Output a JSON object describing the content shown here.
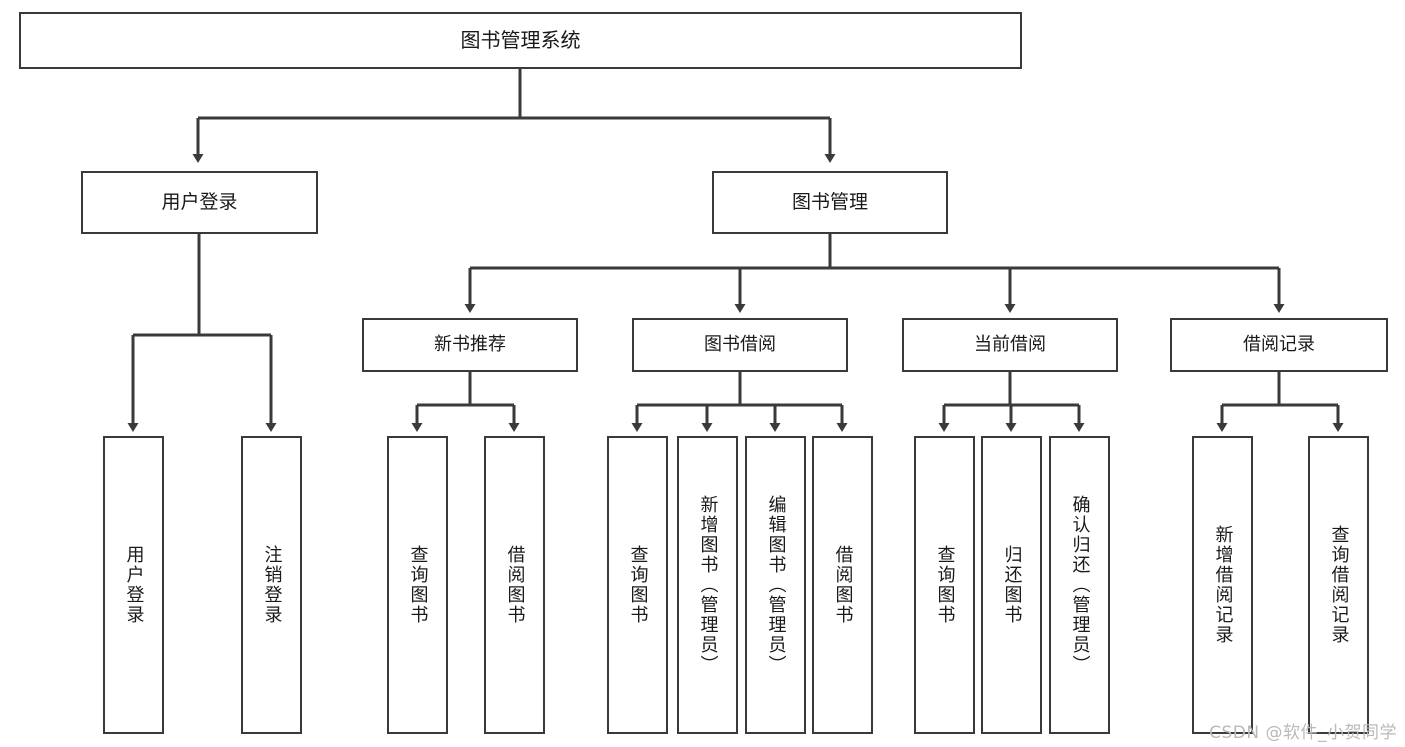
{
  "diagram": {
    "title": "图书管理系统",
    "watermark": "CSDN @软件_小贺同学",
    "line_color": "#3a3a3a",
    "box_fill": "#ffffff",
    "text_color": "#1a1a1a",
    "nodes": {
      "root": "图书管理系统",
      "level2": {
        "user_login": "用户登录",
        "book_manage": "图书管理"
      },
      "level3": {
        "new_book_rec": "新书推荐",
        "book_borrow": "图书借阅",
        "current_borrow": "当前借阅",
        "borrow_record": "借阅记录"
      },
      "leaves": {
        "user_login_1": "用户登录",
        "user_login_2": "注销登录",
        "new_book_rec_1": "查询图书",
        "new_book_rec_2": "借阅图书",
        "book_borrow_1": "查询图书",
        "book_borrow_2": "新增图书（管理员）",
        "book_borrow_3": "编辑图书（管理员）",
        "book_borrow_4": "借阅图书",
        "current_borrow_1": "查询图书",
        "current_borrow_2": "归还图书",
        "current_borrow_3": "确认归还（管理员）",
        "borrow_record_1": "新增借阅记录",
        "borrow_record_2": "查询借阅记录"
      }
    }
  }
}
